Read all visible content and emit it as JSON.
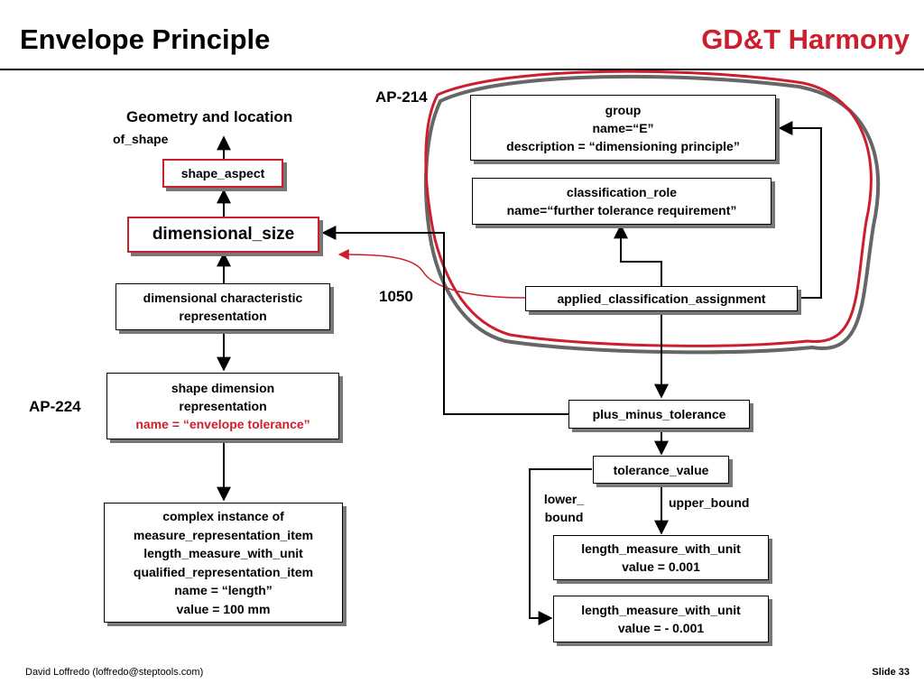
{
  "header": {
    "title": "Envelope Principle",
    "brand": "GD&T Harmony"
  },
  "labels": {
    "geometry": "Geometry and location",
    "of_shape": "of_shape",
    "ap214": "AP-214",
    "ap224": "AP-224",
    "n1050": "1050",
    "lower_1": "lower_",
    "lower_2": "bound",
    "upper": "upper_bound"
  },
  "boxes": {
    "shape_aspect": "shape_aspect",
    "dimensional_size": "dimensional_size",
    "dcr": [
      "dimensional characteristic",
      "representation"
    ],
    "sdr": [
      "shape dimension",
      "representation",
      "name = “envelope tolerance”"
    ],
    "complex": [
      "complex instance of",
      "measure_representation_item",
      "length_measure_with_unit",
      "qualified_representation_item",
      "name = “length”",
      "value = 100 mm"
    ],
    "group": [
      "group",
      "name=“E”",
      "description = “dimensioning principle”"
    ],
    "classification_role": [
      "classification_role",
      "name=“further tolerance requirement”"
    ],
    "aca": "applied_classification_assignment",
    "pmt": "plus_minus_tolerance",
    "tolerance_value": "tolerance_value",
    "upper_len": [
      "length_measure_with_unit",
      "value = 0.001"
    ],
    "lower_len": [
      "length_measure_with_unit",
      "value = - 0.001"
    ]
  },
  "footer": {
    "author": "David Loffredo (loffredo@steptools.com)",
    "slide": "Slide 33"
  },
  "colors": {
    "accent": "#cc1f2d",
    "shadow": "#777777"
  }
}
